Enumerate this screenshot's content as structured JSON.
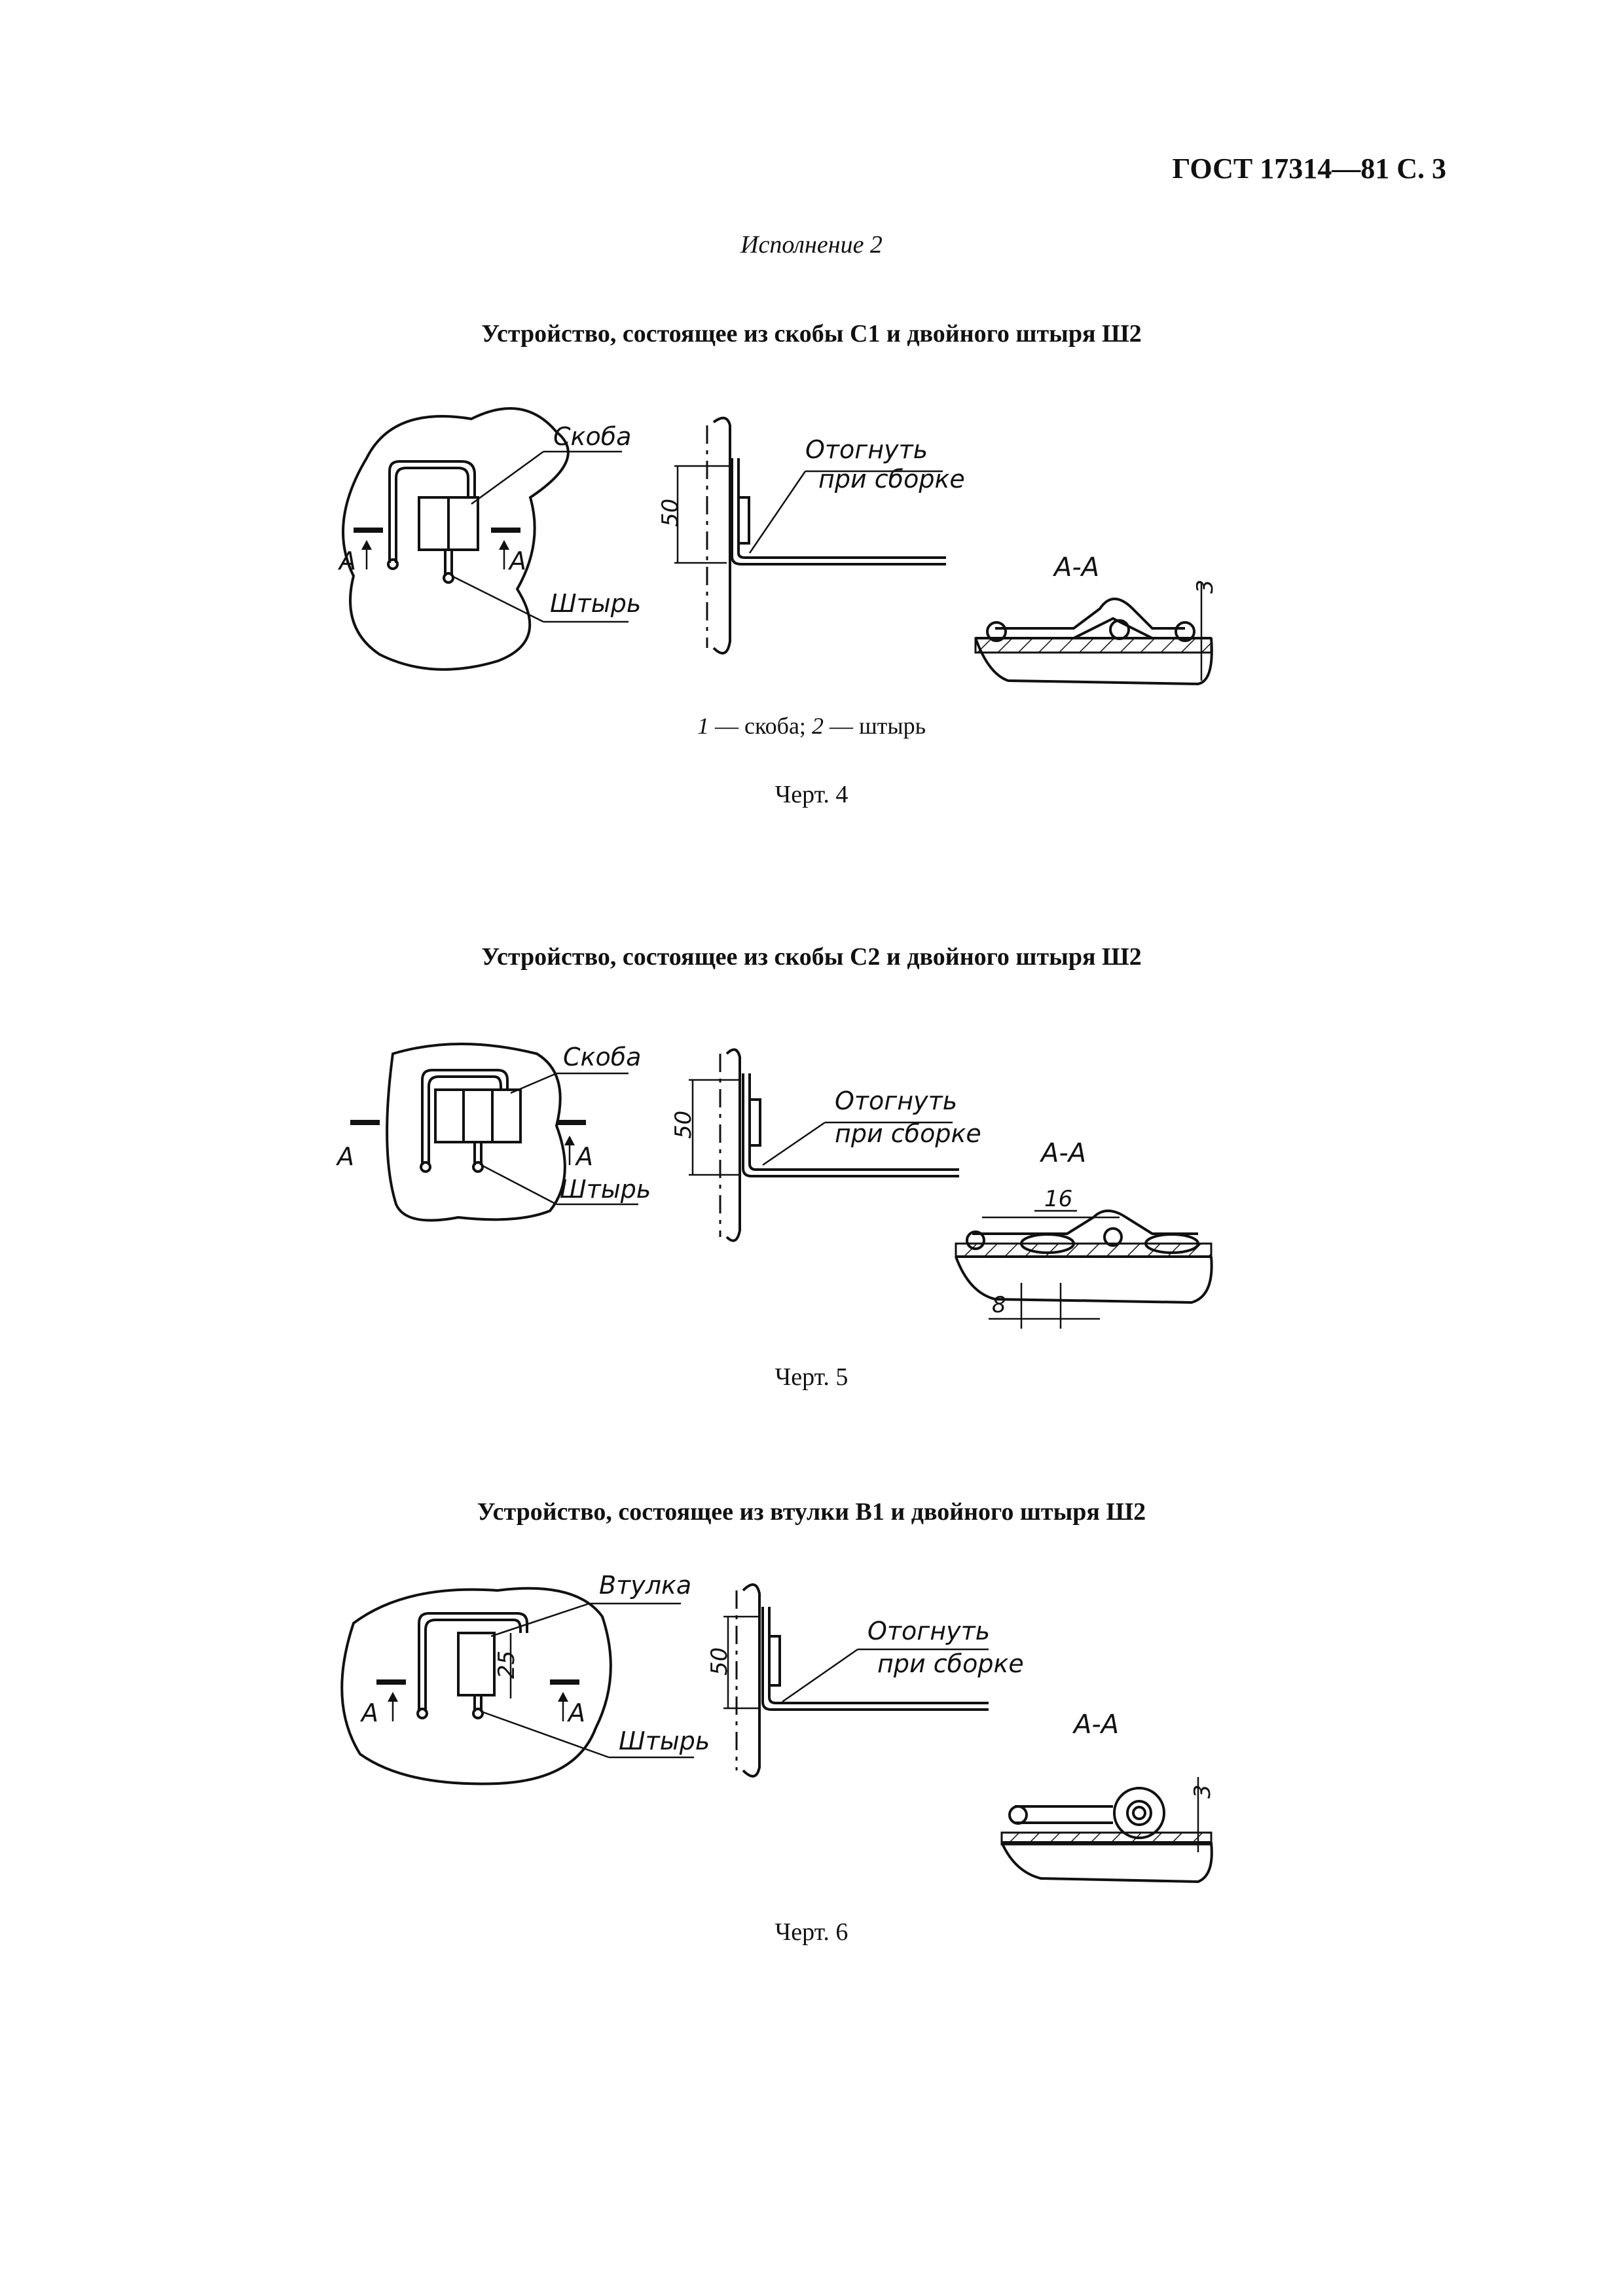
{
  "header": {
    "standard_ref": "ГОСТ 17314—81 С. 3"
  },
  "variant_title": "Исполнение 2",
  "figures": [
    {
      "heading": "Устройство, состоящее из скобы С1 и двойного штыря Ш2",
      "labels": {
        "bracket": "Скоба",
        "pin": "Штырь",
        "section_mark": "А",
        "bend_line1": "Отогнуть",
        "bend_line2": "при сборке",
        "dim_height": "50",
        "section_title": "А-А",
        "dim_small": "3"
      },
      "legend": {
        "n1": "1",
        "t1": " — скоба; ",
        "n2": "2",
        "t2": " — штырь"
      },
      "caption": "Черт. 4"
    },
    {
      "heading": "Устройство, состоящее из скобы С2 и двойного штыря Ш2",
      "labels": {
        "bracket": "Скоба",
        "pin": "Штырь",
        "section_mark": "А",
        "bend_line1": "Отогнуть",
        "bend_line2": "при сборке",
        "dim_height": "50",
        "section_title": "А-А",
        "dim_a": "16",
        "dim_b": "8"
      },
      "caption": "Черт. 5"
    },
    {
      "heading": "Устройство, состоящее из втулки В1 и двойного штыря Ш2",
      "labels": {
        "sleeve": "Втулка",
        "pin": "Штырь",
        "section_mark": "А",
        "dim_sleeve": "25",
        "bend_line1": "Отогнуть",
        "bend_line2": "при сборке",
        "dim_height": "50",
        "section_title": "А-А",
        "dim_small": "3"
      },
      "caption": "Черт. 6"
    }
  ]
}
